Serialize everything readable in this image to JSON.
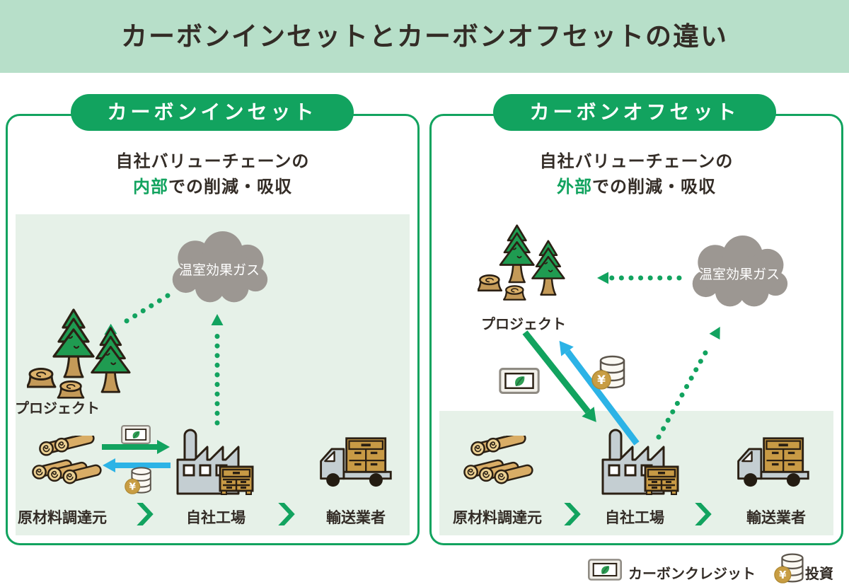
{
  "title": "カーボンインセットとカーボンオフセットの違い",
  "panels": {
    "inset": {
      "header": "カーボンインセット",
      "subtitle_line1": "自社バリューチェーンの",
      "subtitle_highlight": "内部",
      "subtitle_rest": "での削減・吸収",
      "cloud_label": "温室効果ガス",
      "project_label": "プロジェクト",
      "chain": [
        "原材料調達元",
        "自社工場",
        "輸送業者"
      ]
    },
    "offset": {
      "header": "カーボンオフセット",
      "subtitle_line1": "自社バリューチェーンの",
      "subtitle_highlight": "外部",
      "subtitle_rest": "での削減・吸収",
      "cloud_label": "温室効果ガス",
      "project_label": "プロジェクト",
      "chain": [
        "原材料調達元",
        "自社工場",
        "輸送業者"
      ]
    }
  },
  "legend": {
    "credit_label": "カーボンクレジット",
    "invest_label": "投資",
    "yen_symbol": "¥"
  },
  "colors": {
    "accent_green": "#12a35f",
    "banner_bg": "#b7dfc9",
    "diagram_bg": "#e6f1e8",
    "cloud_gray": "#9c9792",
    "arrow_blue": "#2cb3e6",
    "text_dark": "#332c26",
    "tree_green": "#1f9b51",
    "wood_tan": "#c99e58",
    "coin_gold": "#c89d43"
  },
  "icons": {
    "cloud": "cloud-icon",
    "forest": "forest-icon",
    "logs": "logs-icon",
    "factory": "factory-icon",
    "truck": "truck-icon",
    "credit_card": "carbon-credit-icon",
    "coin_stack": "coin-stack-icon",
    "chevron": "chevron-right-icon"
  }
}
